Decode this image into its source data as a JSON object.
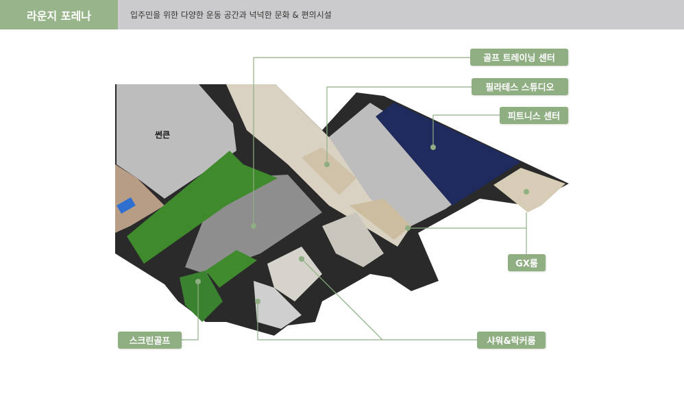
{
  "header": {
    "title": "라운지 포레나",
    "subtitle": "입주민을 위한 다양한 운동 공간과 넉넉한 문화 & 편의시설"
  },
  "plan": {
    "sunken_label": "썬큰",
    "labels": {
      "golf_training": "골프 트레이닝 센터",
      "pilates": "필라테스 스튜디오",
      "fitness": "피트니스 센터",
      "gx": "GX룸",
      "screen_golf": "스크린골프",
      "shower_locker": "샤워&락커룸"
    }
  },
  "colors": {
    "accent": "#8fae82",
    "header_bar": "#cbcbcd",
    "turf": "#3f8a2c",
    "fitness_floor": "#1f2b5c"
  }
}
